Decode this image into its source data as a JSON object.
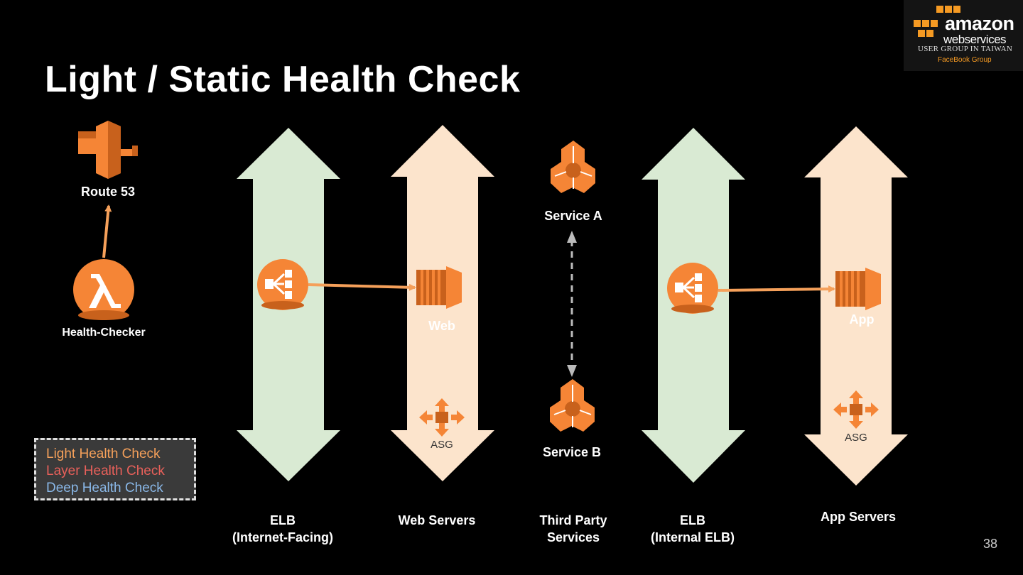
{
  "title": "Light / Static Health Check",
  "logo": {
    "line1": "amazon",
    "line2": "webservices",
    "line3": "USER GROUP IN TAIWAN",
    "line4": "FaceBook Group"
  },
  "page_number": "38",
  "nodes": {
    "route53": "Route 53",
    "health_checker": "Health-Checker",
    "web": "Web",
    "app": "App",
    "service_a": "Service A",
    "service_b": "Service B",
    "asg_web": "ASG",
    "asg_app": "ASG"
  },
  "columns": {
    "elb_internet": {
      "line1": "ELB",
      "line2": "(Internet-Facing)"
    },
    "web_servers": {
      "line1": "Web Servers"
    },
    "third_party": {
      "line1": "Third Party",
      "line2": "Services"
    },
    "elb_internal": {
      "line1": "ELB",
      "line2": "(Internal ELB)"
    },
    "app_servers": {
      "line1": "App Servers"
    }
  },
  "legend": {
    "items": [
      {
        "label": "Light Health Check",
        "color": "#f5a05a"
      },
      {
        "label": "Layer Health Check",
        "color": "#e8605a"
      },
      {
        "label": "Deep Health Check",
        "color": "#8ab8e8"
      }
    ]
  },
  "colors": {
    "elb_arrow": "#d9ead3",
    "server_arrow": "#fce4cc",
    "icon_orange": "#f58536",
    "icon_dark": "#c8611c",
    "connector": "#f5a05a",
    "dashed_connector": "#bbbbbb"
  }
}
